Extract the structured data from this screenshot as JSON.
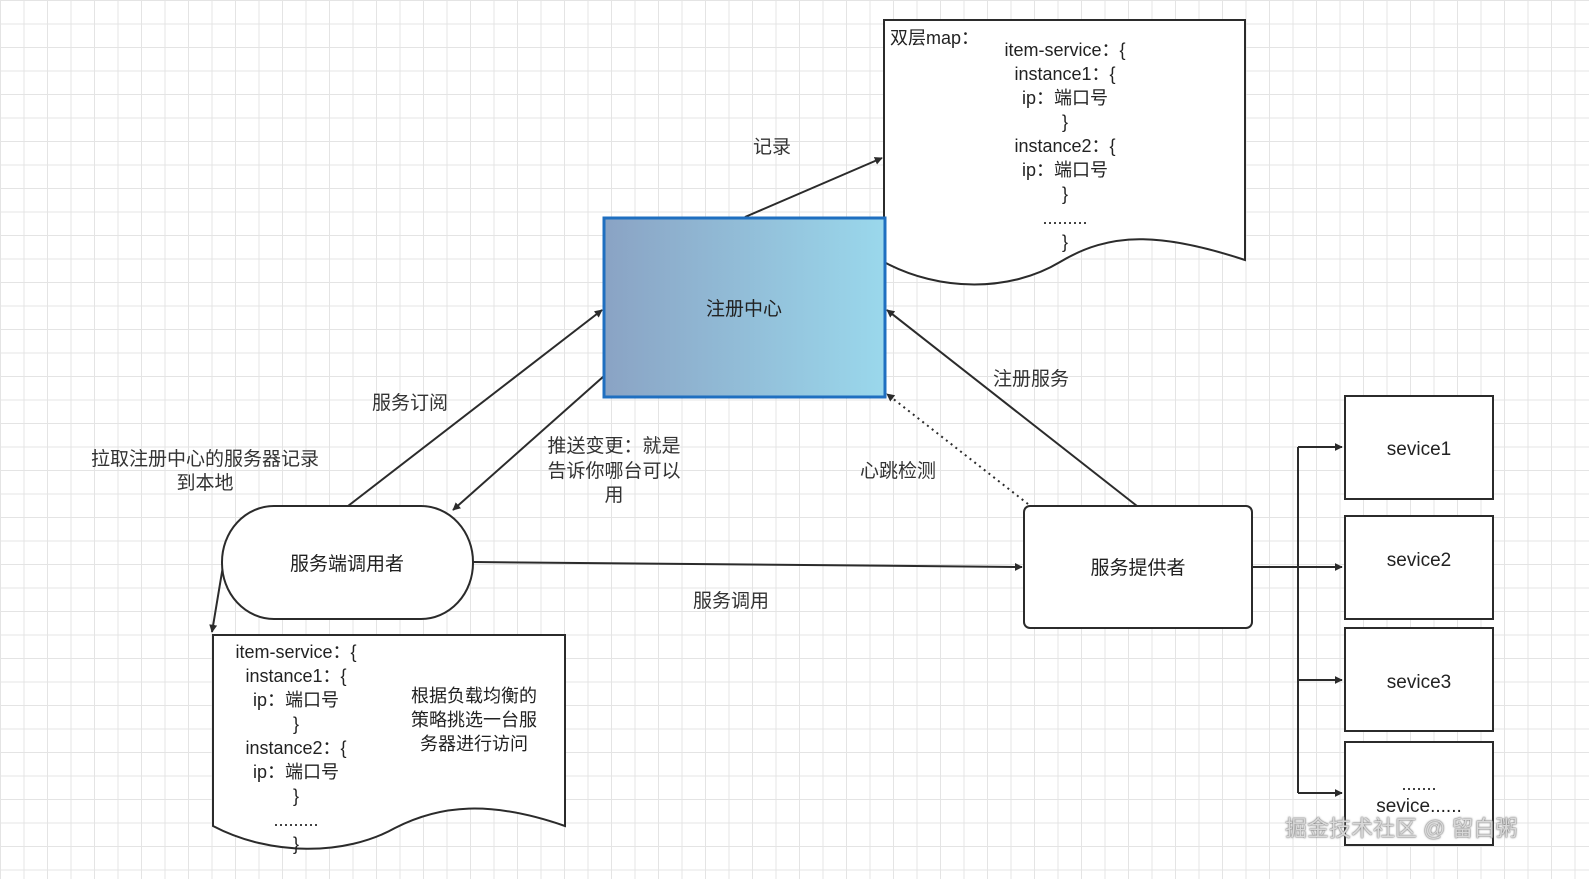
{
  "registry": {
    "label": "注册中心"
  },
  "registry_note": {
    "header": "双层map：",
    "lines": [
      "item-service：{",
      "instance1：{",
      "ip：端口号",
      "}",
      "instance2：{",
      "ip：端口号",
      "}",
      ".........",
      "}"
    ]
  },
  "consumer": {
    "label": "服务端调用者"
  },
  "consumer_note": {
    "lines": [
      "item-service：{",
      "instance1：{",
      "ip：端口号",
      "}",
      "instance2：{",
      "ip：端口号",
      "}",
      ".........",
      "}"
    ],
    "side": [
      "根据负载均衡的",
      "策略挑选一台服",
      "务器进行访问"
    ]
  },
  "provider": {
    "label": "服务提供者"
  },
  "services": [
    {
      "label": "sevice1"
    },
    {
      "label": "sevice2"
    },
    {
      "label": "sevice3"
    },
    {
      "dots": ".......",
      "label": "sevice......"
    }
  ],
  "edges": {
    "record": "记录",
    "subscribe": "服务订阅",
    "pull": [
      "拉取注册中心的服务器记录",
      "到本地"
    ],
    "push": [
      "推送变更：就是",
      "告诉你哪台可以",
      "用"
    ],
    "heartbeat": "心跳检测",
    "register": "注册服务",
    "invoke": "服务调用"
  },
  "colors": {
    "registry_gradient_start": "#8aa3c4",
    "registry_gradient_end": "#9ad8ec",
    "registry_border": "#1f6fc0",
    "stroke": "#2b2b2b"
  },
  "watermark": "掘金技术社区 @ 留白粥"
}
